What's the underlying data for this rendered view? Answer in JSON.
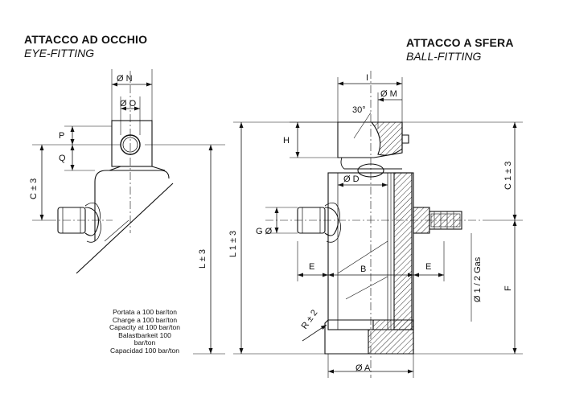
{
  "left": {
    "title": "ATTACCO AD OCCHIO",
    "subtitle": "EYE-FITTING"
  },
  "right": {
    "title": "ATTACCO A SFERA",
    "subtitle": "BALL-FITTING"
  },
  "dims": {
    "n": "Ø  N",
    "o": "Ø O",
    "p": "P",
    "q": "Q",
    "c": "C ± 3",
    "l": "L ± 3",
    "i": "I",
    "m": "Ø  M",
    "angle": "30°",
    "h": "H",
    "d": "Ø D",
    "l1": "L 1 ± 3",
    "g": "G Ø",
    "e_left": "E",
    "b": "B",
    "e_right": "E",
    "r": "R ± 2",
    "a": "Ø A",
    "c1": "C 1 ± 3",
    "gas": "Ø 1 / 2 Gas",
    "f": "F"
  },
  "capacity": [
    "Portata a 100 bar/ton",
    "Charge a 100 bar/ton",
    "Capacity at 100 bar/ton",
    "Balastbarkeit 100",
    "bar/ton",
    "Capacidad 100 bar/ton"
  ]
}
